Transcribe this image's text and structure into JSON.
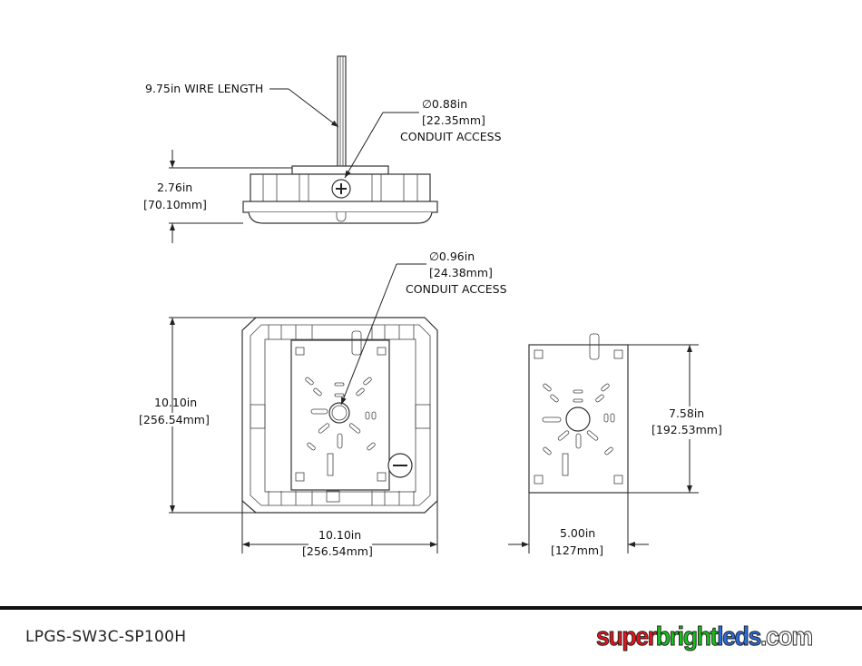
{
  "side_view": {
    "wire_label": "9.75in WIRE LENGTH",
    "conduit_dia": "∅0.88in",
    "conduit_mm": "[22.35mm]",
    "conduit_label": "CONDUIT ACCESS",
    "height_in": "2.76in",
    "height_mm": "[70.10mm]"
  },
  "top_view": {
    "conduit_dia": "∅0.96in",
    "conduit_mm": "[24.38mm]",
    "conduit_label": "CONDUIT ACCESS",
    "height_in": "10.10in",
    "height_mm": "[256.54mm]",
    "width_in": "10.10in",
    "width_mm": "[256.54mm]"
  },
  "bracket_view": {
    "height_in": "7.58in",
    "height_mm": "[192.53mm]",
    "width_in": "5.00in",
    "width_mm": "[127mm]"
  },
  "footer": {
    "part_number": "LPGS-SW3C-SP100H",
    "logo": {
      "part1": "super",
      "part2": "bright",
      "part3": "leds",
      "part4": ".com",
      "colors": [
        "#e8141b",
        "#16c21a",
        "#2a6de0",
        "#ffffff"
      ]
    }
  }
}
